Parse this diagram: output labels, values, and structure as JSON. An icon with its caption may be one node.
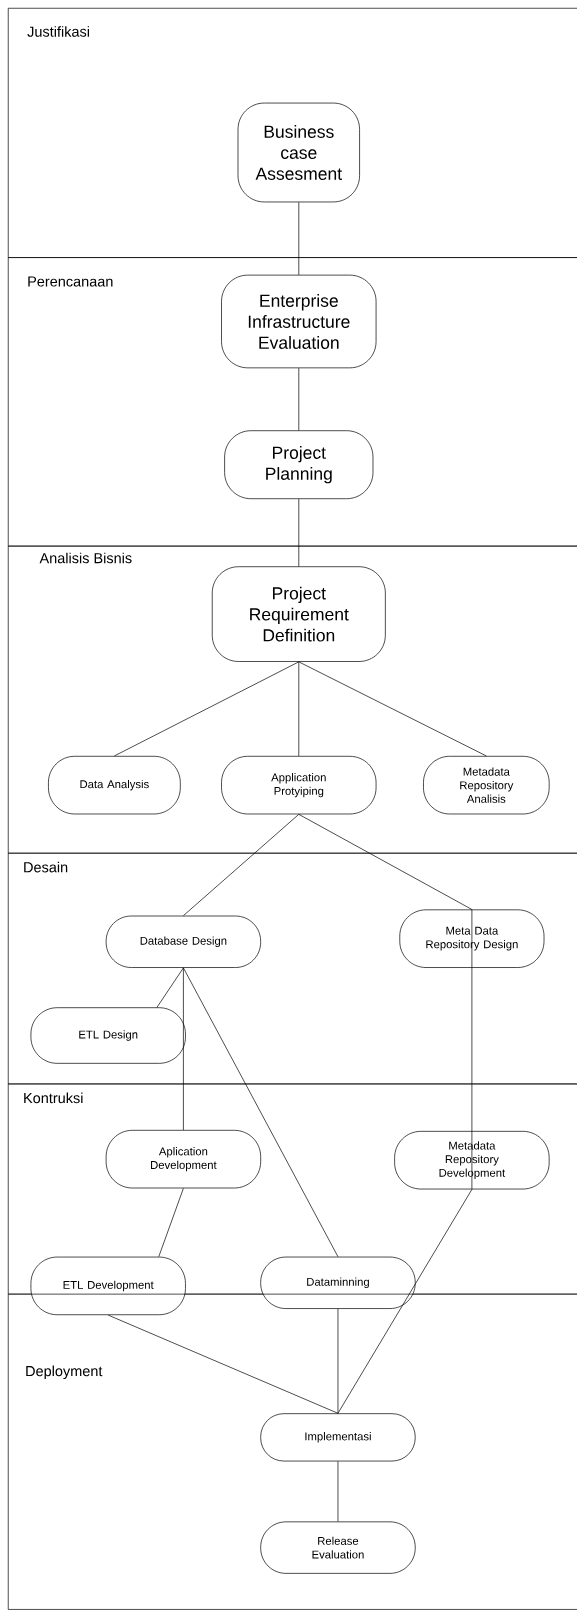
{
  "diagram": {
    "nodes": [
      {
        "text": [
          "Justifikasi"
        ]
      },
      {
        "text": [
          "Business case Assesment"
        ],
        "in": 0
      },
      {
        "text": [
          "Perencanaan"
        ]
      },
      {
        "text": [
          "Enterprise Infrastructure Evaluation"
        ],
        "in": 2
      },
      {
        "text": [
          "Project Planning"
        ],
        "in": 2
      },
      {
        "text": [
          "Analisis Bisnis"
        ]
      },
      {
        "text": [
          "Project Requirement Definition"
        ],
        "in": 5
      },
      {
        "text": [
          "Data Analysis"
        ],
        "in": 5
      },
      {
        "text": [
          "Application Protyiping"
        ],
        "in": 5
      },
      {
        "text": [
          "Metadata Repository Analisis"
        ],
        "in": 5
      },
      {
        "text": [
          "Desain"
        ]
      },
      {
        "text": [
          "Database Design"
        ],
        "in": 10
      },
      {
        "text": [
          "Meta Data Repository Design"
        ],
        "in": 10
      },
      {
        "text": [
          "ETL Design"
        ],
        "in": 10
      },
      {
        "text": [
          "Kontruksi"
        ]
      },
      {
        "text": [
          "Aplication Development"
        ],
        "in": 14
      },
      {
        "text": [
          "Metadata Repository Development"
        ],
        "in": 14
      },
      {
        "text": [
          "ETL Development"
        ]
      },
      {
        "text": [
          "Dataminning"
        ]
      },
      {
        "text": [
          "Deployment"
        ]
      },
      {
        "text": [
          "Implementasi"
        ],
        "in": 19
      },
      {
        "text": [
          "Release Evaluation"
        ],
        "in": 19
      }
    ],
    "edges": [
      {
        "from": 1,
        "to": 3,
        "arrow": "none"
      },
      {
        "from": 3,
        "to": 4,
        "arrow": "none"
      },
      {
        "from": 4,
        "to": 6,
        "arrow": "none"
      },
      {
        "from": 6,
        "to": 7,
        "arrow": "none"
      },
      {
        "from": 6,
        "to": 8,
        "arrow": "none"
      },
      {
        "from": 6,
        "to": 9,
        "arrow": "none"
      },
      {
        "from": 8,
        "to": 11,
        "arrow": "none"
      },
      {
        "from": 8,
        "to": 12,
        "arrow": "none"
      },
      {
        "from": 11,
        "to": 13,
        "arrow": "none"
      },
      {
        "from": 11,
        "to": 15,
        "arrow": "none"
      },
      {
        "from": 11,
        "to": 18,
        "arrow": "none"
      },
      {
        "from": 12,
        "to": 16,
        "arrow": "none"
      },
      {
        "from": 15,
        "to": 17,
        "arrow": "none"
      },
      {
        "from": 17,
        "to": 20,
        "arrow": "none"
      },
      {
        "from": 16,
        "to": 20,
        "arrow": "none"
      },
      {
        "from": 18,
        "to": 20,
        "arrow": "none"
      },
      {
        "from": 20,
        "to": 21,
        "arrow": "none"
      }
    ]
  }
}
